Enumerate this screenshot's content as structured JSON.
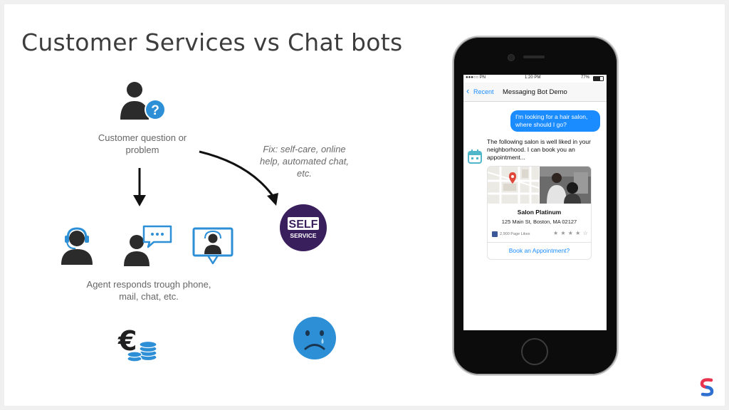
{
  "slide": {
    "title": "Customer Services vs Chat bots",
    "customer_caption_line1": "Customer question or",
    "customer_caption_line2": "problem",
    "agent_caption_line1": "Agent responds trough phone,",
    "agent_caption_line2": "mail, chat, etc.",
    "fix_line1": "Fix: self-care, online",
    "fix_line2": "help, automated chat,",
    "fix_line3": "etc.",
    "self_badge_top": "SELF",
    "self_badge_bottom": "SERVICE",
    "question_mark": "?",
    "euro_symbol": "€"
  },
  "phone": {
    "status": {
      "carrier": "●●●○○ PN ",
      "time": "1:20 PM",
      "battery": "77%"
    },
    "nav": {
      "back_label": "Recent",
      "title": "Messaging Bot Demo"
    },
    "user_message": "I'm looking for a hair salon, where should I go?",
    "bot_message": "The following salon is well liked in your neighborhood. I can book you an appointment...",
    "card": {
      "name": "Salon Platinum",
      "address": "125 Main St, Boston, MA 02127",
      "page_likes": "2,900 Page Likes",
      "stars": "★ ★ ★ ★ ☆"
    },
    "action_button": "Book an Appointment?"
  },
  "colors": {
    "accent_blue": "#1a8cff",
    "icon_dark": "#2b2b2b",
    "icon_blue": "#2d8fd6",
    "self_purple": "#3a1f5d",
    "logo_red": "#e8344e",
    "logo_blue": "#2f6fd0"
  },
  "icons": {
    "customer": "user-question-icon",
    "agent_headset": "headset-agent-icon",
    "agent_chat": "agent-chat-icon",
    "agent_monitor": "monitor-agent-icon",
    "cost": "euro-coins-icon",
    "sad": "sad-face-icon",
    "bot": "calendar-bot-icon",
    "brand": "brand-logo-icon"
  }
}
